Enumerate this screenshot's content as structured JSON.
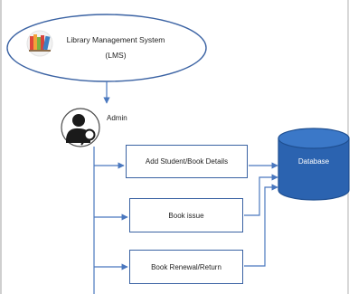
{
  "system": {
    "title_line1": "Library Management System",
    "title_line2": "(LMS)"
  },
  "actor": {
    "label": "Admin"
  },
  "processes": [
    {
      "label": "Add Student/Book Details"
    },
    {
      "label": "Book issue"
    },
    {
      "label": "Book Renewal/Return"
    }
  ],
  "store": {
    "label": "Database"
  },
  "colors": {
    "outline": "#3a62a3",
    "database_fill": "#2b63b0",
    "database_top": "#3b78c8",
    "arrow": "#4a78bf"
  }
}
